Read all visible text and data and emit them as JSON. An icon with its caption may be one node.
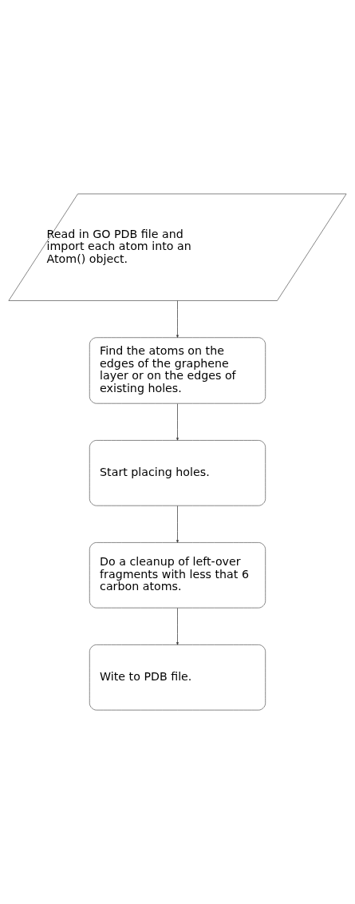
{
  "diagram": {
    "nodes": [
      {
        "text": [
          "Read in GO PDB file and import each atom into an Atom() object."
        ]
      },
      {
        "text": [
          "Find the atoms on the edges of the graphene layer or on the edges of existing holes."
        ]
      },
      {
        "text": [
          "Start placing holes."
        ]
      },
      {
        "text": [
          "Do a cleanup of left-over fragments with less that 6 carbon atoms."
        ]
      },
      {
        "text": [
          "Wite to PDB file."
        ]
      }
    ],
    "edges": [
      {
        "from": 0,
        "to": 1,
        "arrow": "to"
      },
      {
        "from": 1,
        "to": 2,
        "arrow": "to"
      },
      {
        "from": 2,
        "to": 3,
        "arrow": "to"
      },
      {
        "from": 3,
        "to": 4,
        "arrow": "to"
      }
    ]
  }
}
